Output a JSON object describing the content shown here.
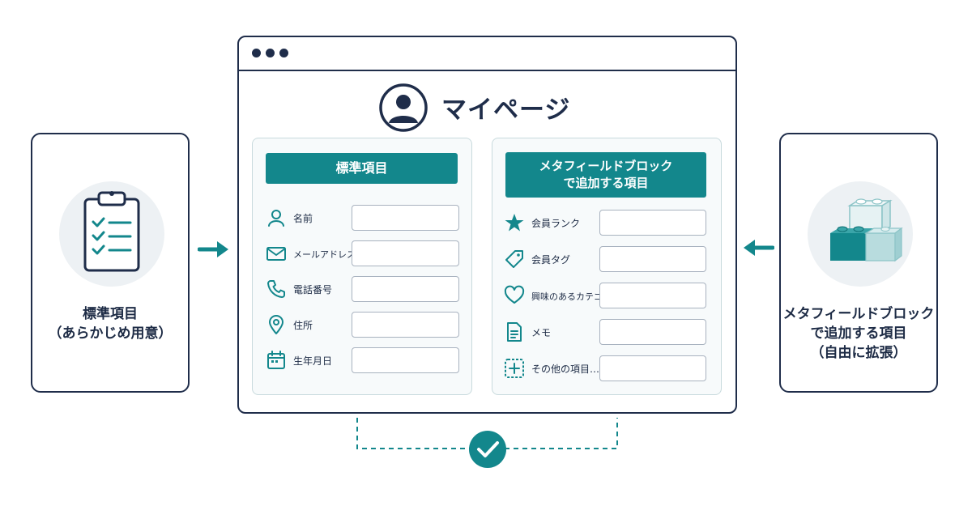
{
  "page": {
    "title": "マイページ"
  },
  "left_card": {
    "icon": "clipboard-checklist-icon",
    "line1": "標準項目",
    "line2": "（あらかじめ用意）"
  },
  "right_card": {
    "icon": "stacked-blocks-icon",
    "line1": "メタフィールドブロック",
    "line2": "で追加する項目",
    "line3": "（自由に拡張）"
  },
  "standard_panel": {
    "header": "標準項目",
    "fields": [
      {
        "label": "名前",
        "icon": "person-icon",
        "value": ""
      },
      {
        "label": "メールアドレス",
        "icon": "mail-icon",
        "value": ""
      },
      {
        "label": "電話番号",
        "icon": "phone-icon",
        "value": ""
      },
      {
        "label": "住所",
        "icon": "location-pin-icon",
        "value": ""
      },
      {
        "label": "生年月日",
        "icon": "calendar-icon",
        "value": ""
      }
    ]
  },
  "meta_panel": {
    "header_line1": "メタフィールドブロック",
    "header_line2": "で追加する項目",
    "fields": [
      {
        "label": "会員ランク",
        "icon": "star-icon",
        "value": ""
      },
      {
        "label": "会員タグ",
        "icon": "tag-icon",
        "value": ""
      },
      {
        "label": "興味のあるカテゴリ",
        "icon": "heart-icon",
        "value": ""
      },
      {
        "label": "メモ",
        "icon": "document-icon",
        "value": ""
      },
      {
        "label": "その他の項目…",
        "icon": "add-box-icon",
        "value": ""
      }
    ]
  },
  "colors": {
    "navy": "#1f2d4a",
    "teal": "#13878c",
    "panel_bg": "#f7fafb",
    "icon_circle": "#edf1f4"
  }
}
